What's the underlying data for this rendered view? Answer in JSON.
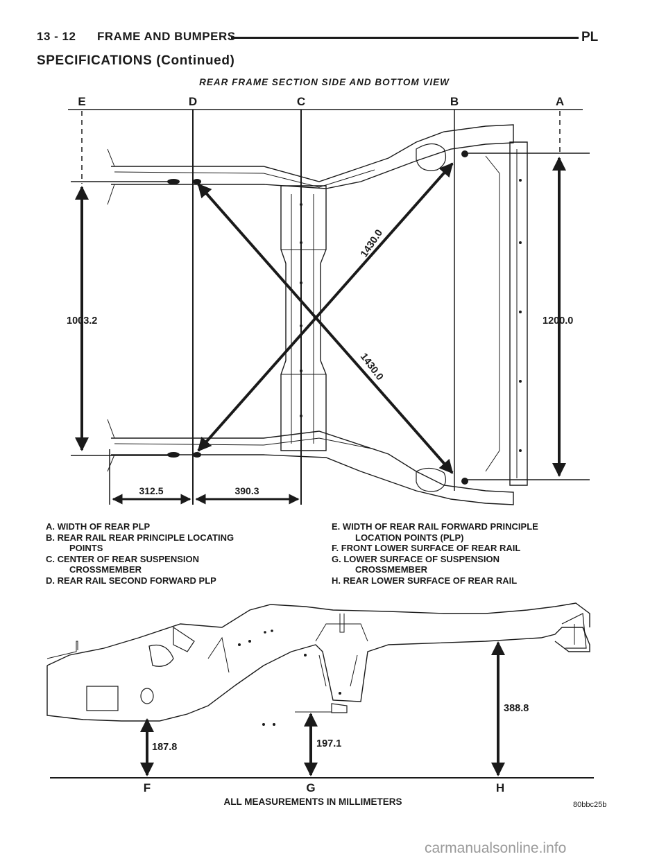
{
  "header": {
    "page_number": "13 - 12",
    "section_title": "FRAME AND BUMPERS",
    "right_code": "PL"
  },
  "subtitle": "SPECIFICATIONS (Continued)",
  "figure": {
    "title": "REAR FRAME SECTION SIDE AND BOTTOM VIEW",
    "top_letters": [
      "E",
      "D",
      "C",
      "B",
      "A"
    ],
    "bottom_letters": [
      "F",
      "G",
      "H"
    ],
    "dims": {
      "left_height": "1003.2",
      "right_height": "1200.0",
      "diag_upper": "1430.0",
      "diag_lower": "1430.0",
      "horiz_left": "312.5",
      "horiz_right": "390.3",
      "f_height": "187.8",
      "g_height": "197.1",
      "h_height": "388.8"
    },
    "footer_note": "ALL MEASUREMENTS IN MILLIMETERS",
    "figure_code": "80bbc25b"
  },
  "legend": {
    "left": [
      {
        "text": "A. WIDTH OF REAR PLP"
      },
      {
        "text": "B. REAR RAIL REAR PRINCIPLE LOCATING"
      },
      {
        "text": "POINTS",
        "indent": true
      },
      {
        "text": "C. CENTER OF REAR SUSPENSION"
      },
      {
        "text": "CROSSMEMBER",
        "indent": true
      },
      {
        "text": "D. REAR RAIL SECOND FORWARD PLP"
      }
    ],
    "right": [
      {
        "text": "E. WIDTH OF REAR RAIL FORWARD PRINCIPLE"
      },
      {
        "text": "LOCATION POINTS (PLP)",
        "indent": true
      },
      {
        "text": "F. FRONT LOWER SURFACE OF REAR RAIL"
      },
      {
        "text": "G. LOWER SURFACE OF SUSPENSION"
      },
      {
        "text": "CROSSMEMBER",
        "indent": true
      },
      {
        "text": "H. REAR LOWER SURFACE OF REAR RAIL"
      }
    ]
  },
  "watermark": "carmanualsonline.info"
}
